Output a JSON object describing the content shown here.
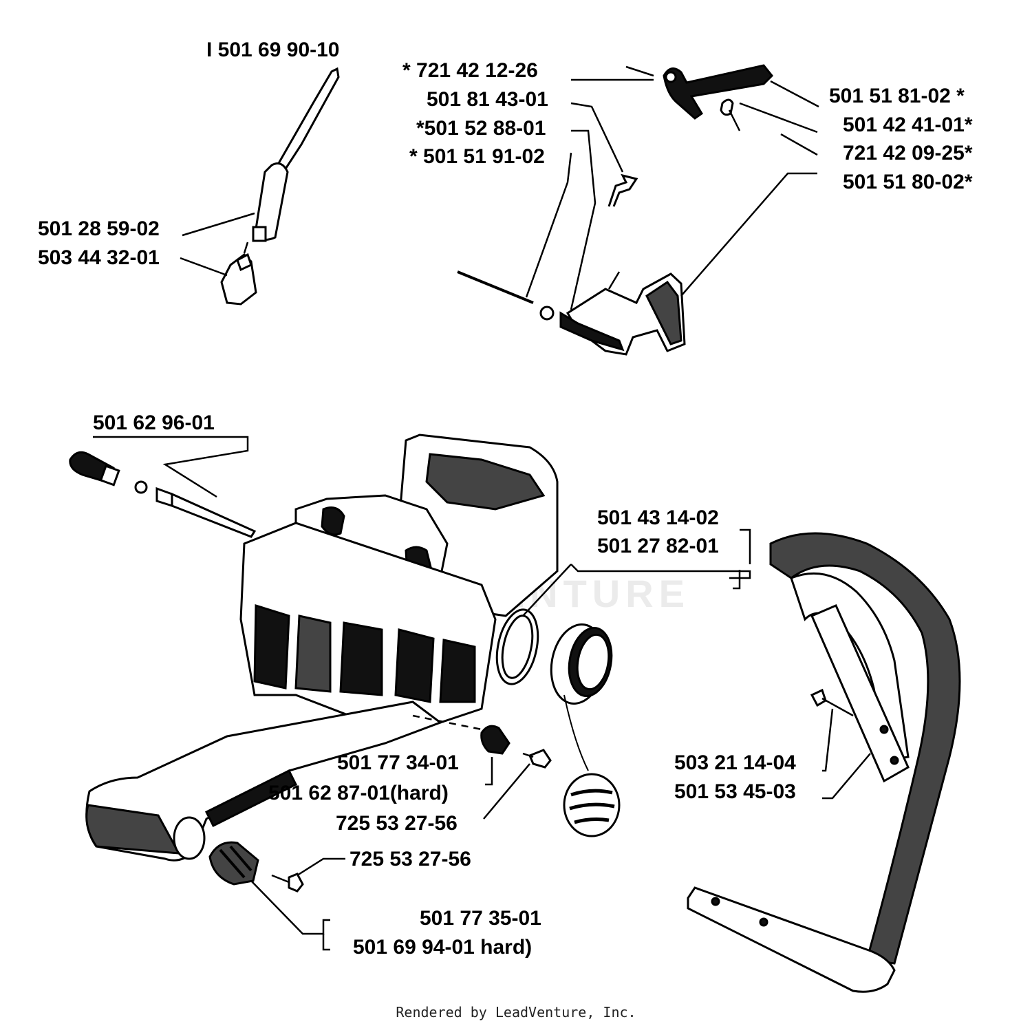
{
  "watermark": "LEADVENTURE",
  "footer": "Rendered by LeadVenture, Inc.",
  "labels": {
    "p_501699010": "I 501 69 90-10",
    "p_501285902": "501 28 59-02",
    "p_503443201": "503 44 32-01",
    "p_721421226": "*  721 42 12-26",
    "p_501814301": "501 81 43-01",
    "p_501528801": "*501 52 88-01",
    "p_501519102": "* 501 51 91-02",
    "p_501518102": "501 51 81-02  *",
    "p_501424101": "501 42 41-01*",
    "p_721420925": "721 42 09-25*",
    "p_501518002": "501 51 80-02*",
    "p_501629601": "501 62 96-01",
    "p_501431402": "501 43 14-02",
    "p_501278201": "501 27 82-01",
    "p_501773401": "501 77 34-01",
    "p_501628701": "501 62 87-01(hard)",
    "p_725532756a": "725 53 27-56",
    "p_725532756b": "725 53 27-56",
    "p_503211404": "503 21 14-04",
    "p_501534503": "501 53 45-03",
    "p_501773501": "501 77 35-01",
    "p_501699401": "501 69 94-01 hard)"
  }
}
